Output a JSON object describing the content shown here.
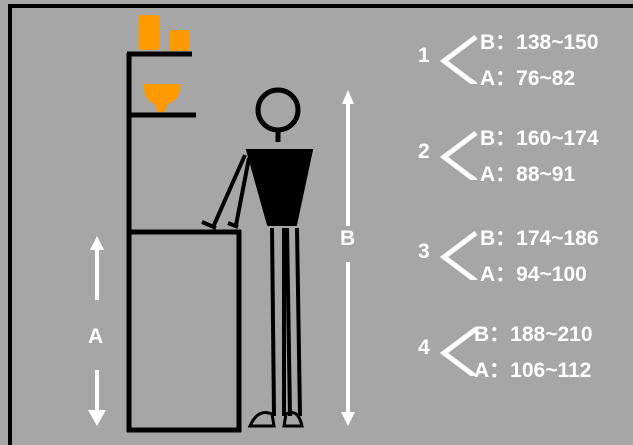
{
  "diagram": {
    "labels": {
      "a": "A",
      "b": "B"
    },
    "colors": {
      "background": "#a6a6a6",
      "lines": "#000000",
      "objects": "#ff9900",
      "text": "#ffffff"
    },
    "groups": [
      {
        "number": "1",
        "b": "B：138~150",
        "a": "A：76~82"
      },
      {
        "number": "2",
        "b": "B：160~174",
        "a": "A：88~91"
      },
      {
        "number": "3",
        "b": "B：174~186",
        "a": "A：94~100"
      },
      {
        "number": "4",
        "b": "B：188~210",
        "a": "A：106~112"
      }
    ]
  }
}
